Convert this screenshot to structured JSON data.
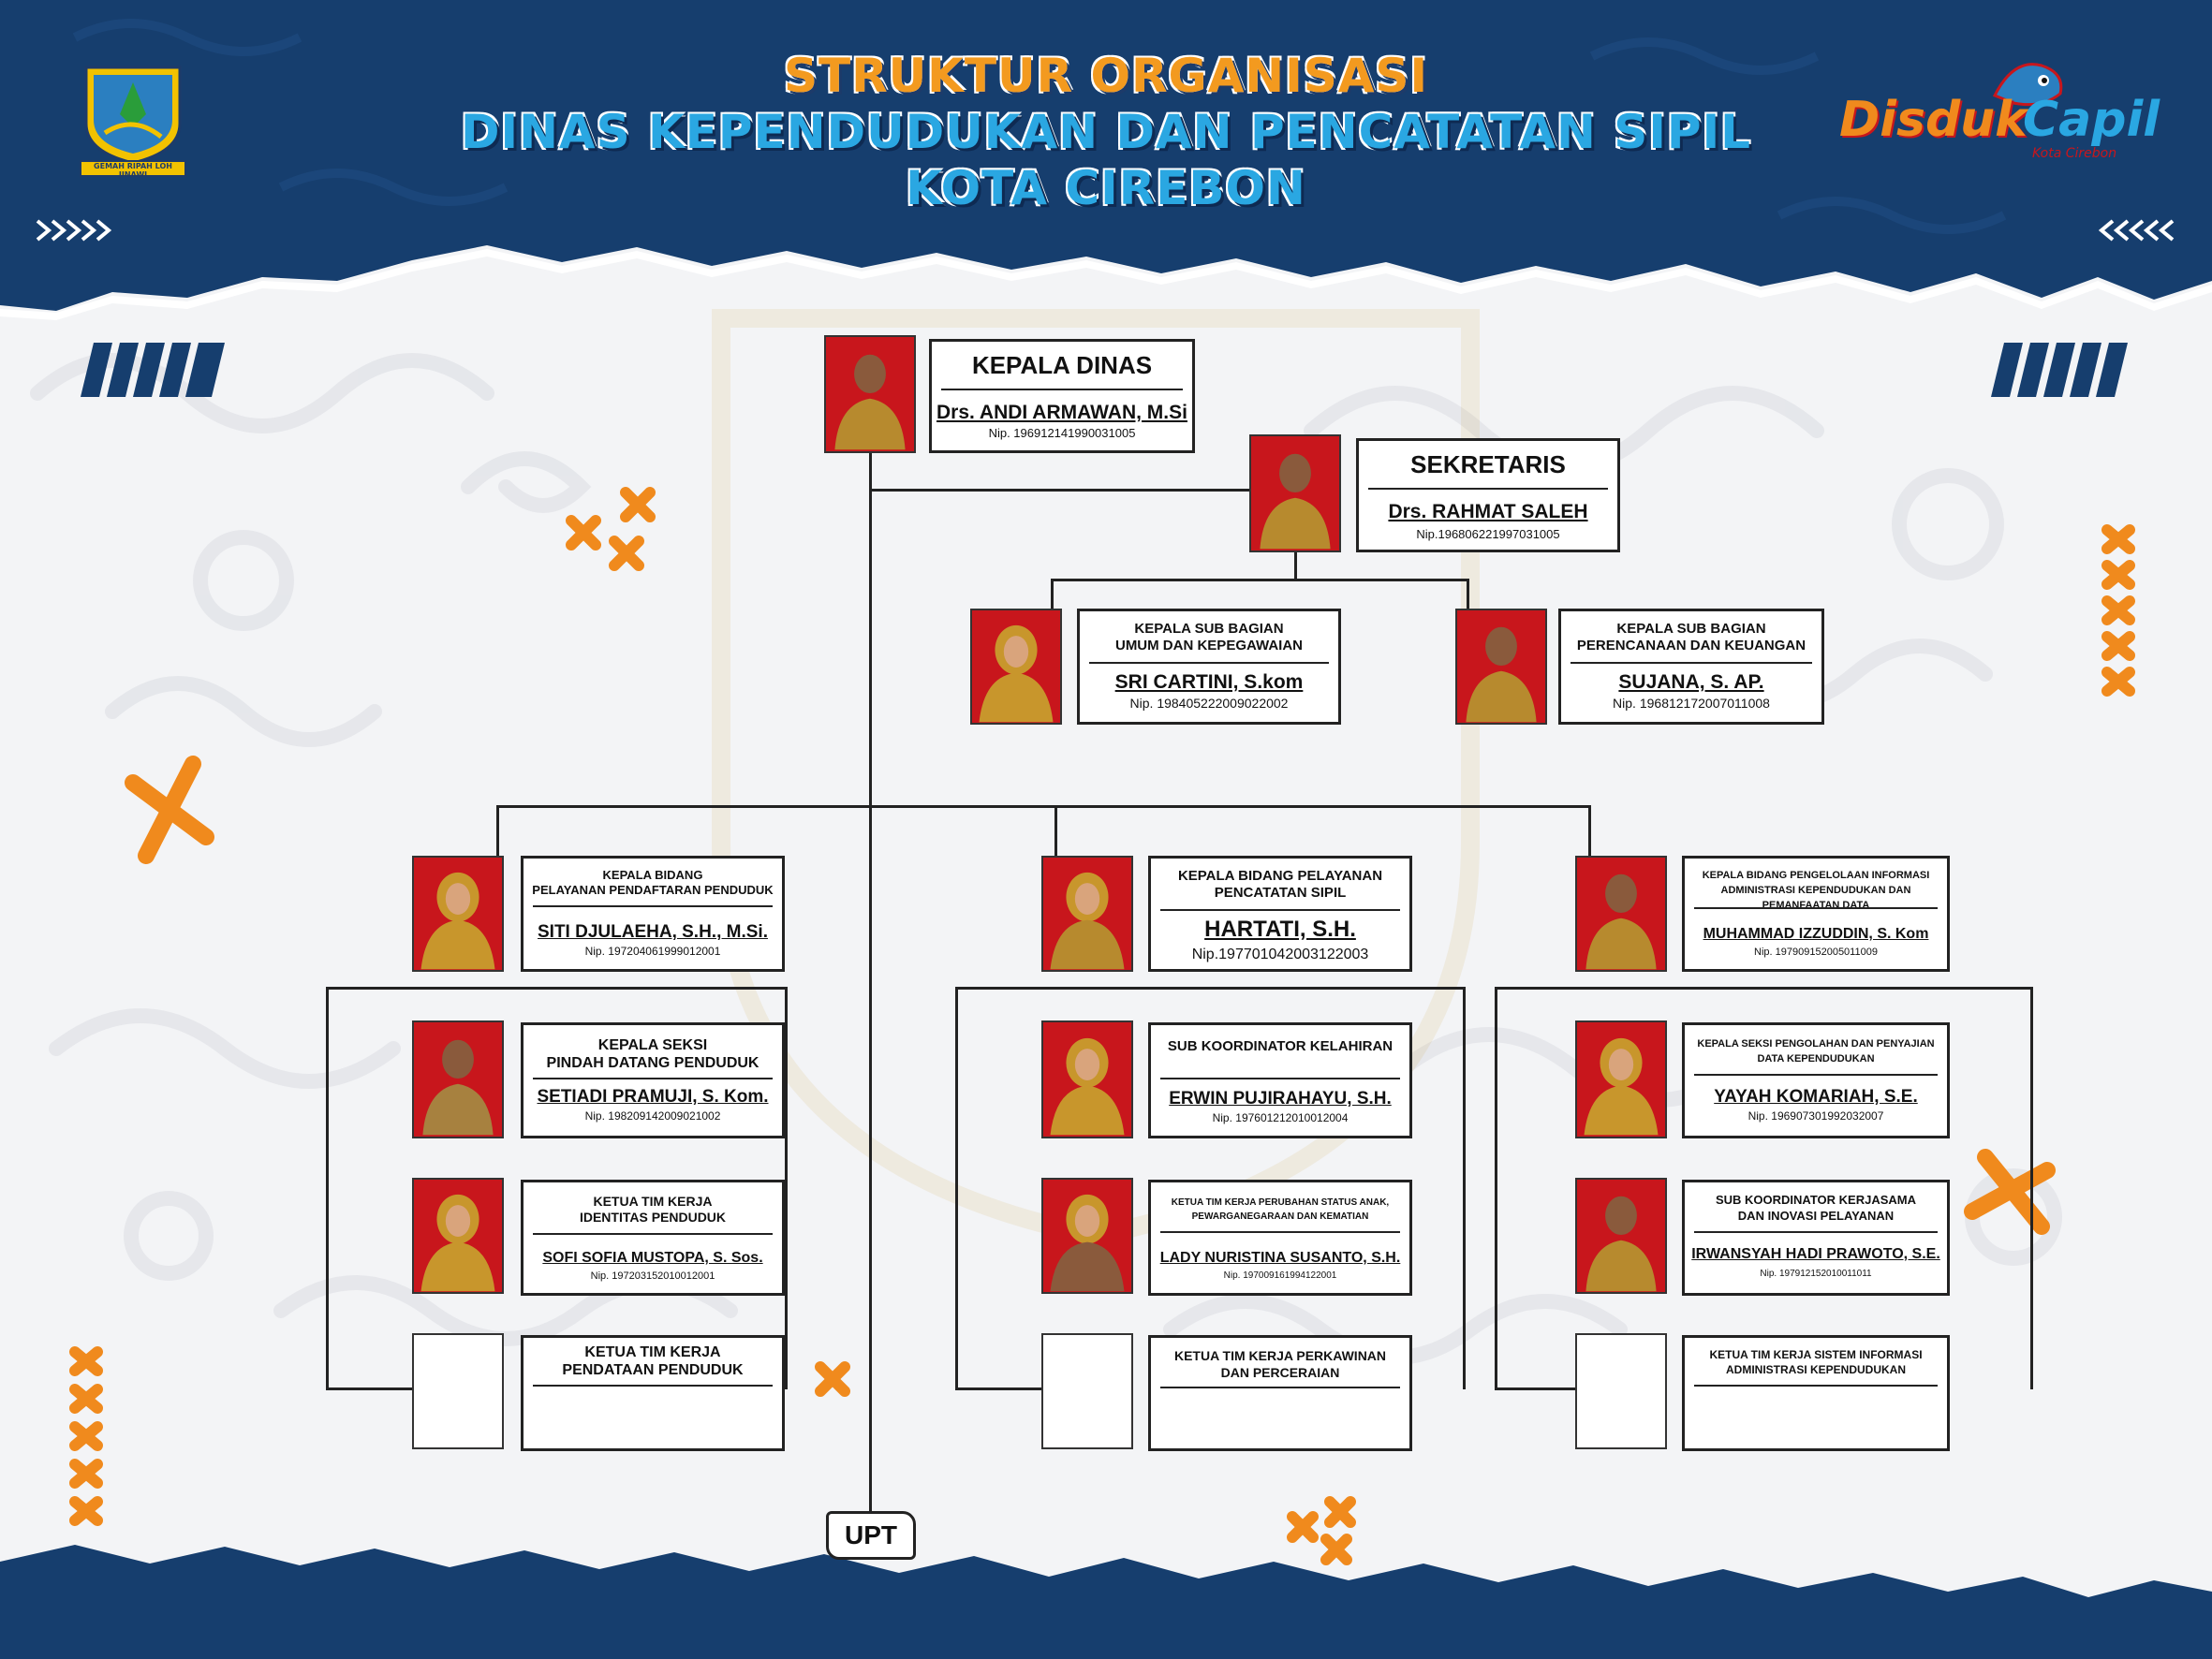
{
  "header": {
    "title_line1": "STRUKTUR ORGANISASI",
    "title_line2": "DINAS KEPENDUDUKAN DAN PENCATATAN SIPIL",
    "title_line3": "KOTA CIREBON",
    "emblem_motto": "GEMAH RIPAH LOH JINAWI",
    "brand_logo_a": "Disduk",
    "brand_logo_b": "Capil",
    "brand_logo_sub": "Kota Cirebon"
  },
  "colors": {
    "navy": "#163e6e",
    "orange": "#f08a1d",
    "title_orange": "#f39a1f",
    "title_blue": "#2aa7e2",
    "photo_red": "#c8161c"
  },
  "org": {
    "kepala_dinas": {
      "role": "KEPALA DINAS",
      "name": "Drs. ANDI ARMAWAN, M.Si",
      "nip": "Nip. 196912141990031005"
    },
    "sekretaris": {
      "role": "SEKRETARIS",
      "name": "Drs. RAHMAT SALEH",
      "nip": "Nip.196806221997031005"
    },
    "subbag_umum": {
      "role": "KEPALA SUB BAGIAN\nUMUM DAN KEPEGAWAIAN",
      "name": "SRI CARTINI, S.kom",
      "nip": "Nip. 198405222009022002"
    },
    "subbag_keuangan": {
      "role": "KEPALA SUB BAGIAN\nPERENCANAAN DAN KEUANGAN",
      "name": "SUJANA, S. AP.",
      "nip": "Nip. 196812172007011008"
    },
    "bidang_1": {
      "role": "KEPALA BIDANG\nPELAYANAN PENDAFTARAN PENDUDUK",
      "name": "SITI DJULAEHA, S.H., M.Si.",
      "nip": "Nip. 197204061999012001"
    },
    "bidang_2": {
      "role": "KEPALA BIDANG PELAYANAN\nPENCATATAN SIPIL",
      "name": "HARTATI, S.H.",
      "nip": "Nip.197701042003122003"
    },
    "bidang_3": {
      "role": "KEPALA BIDANG PENGELOLAAN INFORMASI\nADMINISTRASI KEPENDUDUKAN DAN PEMANFAATAN DATA",
      "name": "MUHAMMAD IZZUDDIN, S. Kom",
      "nip": "Nip. 197909152005011009"
    },
    "b1_seksi": {
      "role": "KEPALA SEKSI\nPINDAH DATANG PENDUDUK",
      "name": "SETIADI PRAMUJI, S. Kom.",
      "nip": "Nip. 198209142009021002"
    },
    "b1_tim1": {
      "role": "KETUA TIM KERJA\nIDENTITAS PENDUDUK",
      "name": "SOFI SOFIA MUSTOPA, S. Sos.",
      "nip": "Nip. 197203152010012001"
    },
    "b1_tim2": {
      "role": "KETUA TIM KERJA\nPENDATAAN PENDUDUK",
      "name": "",
      "nip": ""
    },
    "b2_sub": {
      "role": "SUB KOORDINATOR KELAHIRAN",
      "name": "ERWIN PUJIRAHAYU, S.H.",
      "nip": "Nip. 197601212010012004"
    },
    "b2_tim1": {
      "role": "KETUA TIM KERJA PERUBAHAN STATUS ANAK,\nPEWARGANEGARAAN DAN KEMATIAN",
      "name": "LADY NURISTINA SUSANTO, S.H.",
      "nip": "Nip. 197009161994122001"
    },
    "b2_tim2": {
      "role": "KETUA TIM KERJA PERKAWINAN\nDAN PERCERAIAN",
      "name": "",
      "nip": ""
    },
    "b3_seksi": {
      "role": "KEPALA SEKSI PENGOLAHAN DAN PENYAJIAN\nDATA KEPENDUDUKAN",
      "name": "YAYAH KOMARIAH, S.E.",
      "nip": "Nip. 196907301992032007"
    },
    "b3_sub": {
      "role": "SUB KOORDINATOR KERJASAMA\nDAN INOVASI PELAYANAN",
      "name": "IRWANSYAH HADI PRAWOTO, S.E.",
      "nip": "Nip. 197912152010011011"
    },
    "b3_tim": {
      "role": "KETUA TIM KERJA SISTEM INFORMASI\nADMINISTRASI KEPENDUDUKAN",
      "name": "",
      "nip": ""
    },
    "upt": "UPT"
  }
}
